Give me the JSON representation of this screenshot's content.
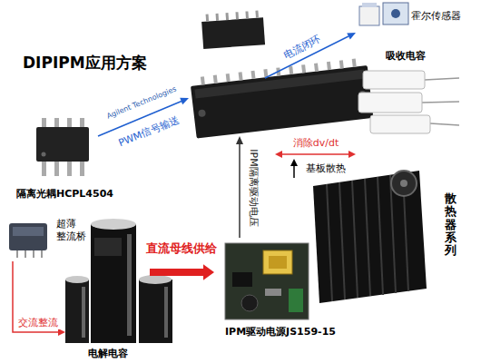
{
  "diagram": {
    "title": "DIPIPM应用方案",
    "nodes": [
      {
        "text": [
          "隔离光耦HCPL4504"
        ]
      },
      {
        "text": [
          "霍尔传感器"
        ]
      },
      {
        "text": [
          "吸收电容"
        ]
      },
      {
        "text": [
          "散热器系列"
        ]
      },
      {
        "text": [
          "超薄 整流桥"
        ]
      },
      {
        "text": [
          "电解电容"
        ]
      },
      {
        "text": [
          "IPM驱动电源JS159-15"
        ]
      }
    ],
    "edges": [
      {
        "from": 4,
        "to": 5,
        "arrow": "to",
        "label": "交流整流"
      },
      {
        "from": 5,
        "to": 6,
        "arrow": "to",
        "label": "直流母线供给"
      }
    ],
    "labels": [
      "Agilent Technologies",
      "PWM信号输送",
      "电流闭环",
      "消除dv/dt",
      "IPM隔离驱动电压",
      "基板散热"
    ]
  }
}
